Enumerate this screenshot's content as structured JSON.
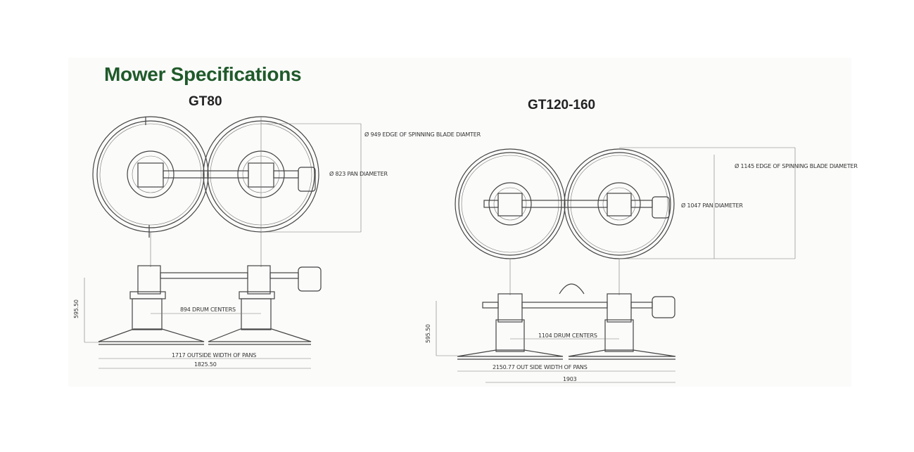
{
  "title": "Mower Specifications",
  "gt80": {
    "model": "GT80",
    "blade_diameter": "Ø 949 EDGE OF SPINNING BLADE DIAMTER",
    "pan_diameter": "Ø 823 PAN DIAMETER",
    "height": "595.50",
    "drum_centers": "894 DRUM CENTERS",
    "outside_width": "1717 OUTSIDE WIDTH OF PANS",
    "overall_width": "1825.50"
  },
  "gt120": {
    "model": "GT120-160",
    "blade_diameter": "Ø 1145 EDGE OF SPINNING BLADE DIAMETER",
    "pan_diameter": "Ø 1047 PAN DIAMETER",
    "height": "595.50",
    "drum_centers": "1104 DRUM CENTERS",
    "outside_width": "2150.77 OUT SIDE WIDTH OF PANS",
    "overall_width": "1903"
  }
}
